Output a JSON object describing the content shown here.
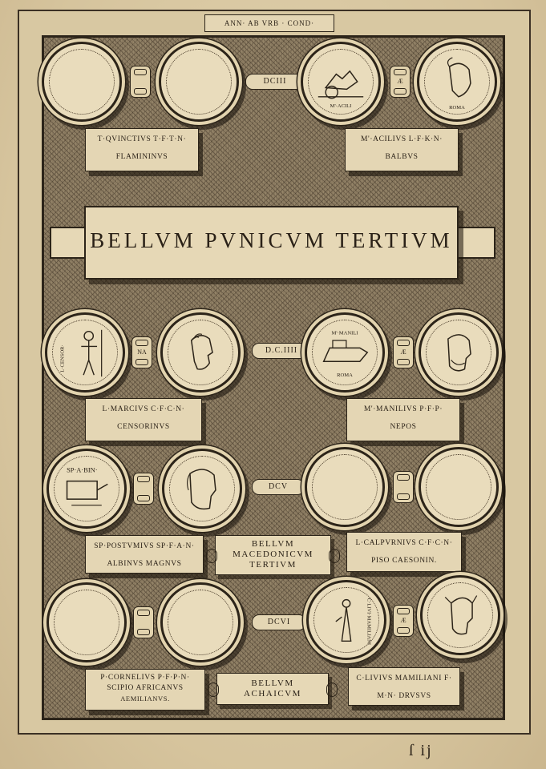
{
  "header": "ANN· AB VRB · COND·",
  "page_number": "ſ ij",
  "banner": "BELLVM PVNICVM TERTIVM",
  "years": [
    "DCIII",
    "D.C.IIII",
    "DCV",
    "DCVI"
  ],
  "rows": [
    {
      "connectors": [
        "",
        "Æ"
      ],
      "coin_legends": [
        "",
        "",
        "M'·ACILI",
        "ROMA"
      ],
      "left_name": [
        "T·QVINCTIVS T·F·T·N·",
        "FLAMININVS"
      ],
      "right_name": [
        "M'·ACILIVS L·F·K·N·",
        "BALBVS"
      ]
    },
    {
      "connectors": [
        "NA",
        "Æ"
      ],
      "coin_legends": [
        "L·CENSOR·",
        "",
        "M'·MANILI",
        "ROMA"
      ],
      "left_name": [
        "L·MARCIVS C·F·C·N·",
        "CENSORINVS"
      ],
      "right_name": [
        "M'·MANILIVS P·F·P·",
        "NEPOS"
      ]
    },
    {
      "connectors": [
        "",
        ""
      ],
      "coin_legends": [
        "SP·A·BIN·",
        "",
        "",
        ""
      ],
      "left_name": [
        "SP·POSTVMIVS SP·F·A·N·",
        "ALBINVS MAGNVS"
      ],
      "right_name": [
        "L·CALPVRNIVS C·F·C·N·",
        "PISO CAESONIN."
      ],
      "war": [
        "BELLVM",
        "MACEDONICVM",
        "TERTIVM"
      ]
    },
    {
      "connectors": [
        "",
        "Æ"
      ],
      "coin_legends": [
        "",
        "",
        "C·LIVI·MAMILIANI",
        ""
      ],
      "left_name": [
        "P·CORNELIVS P·F·P·N·",
        "SCIPIO AFRICANVS",
        "AEMILIANVS."
      ],
      "right_name": [
        "C·LIVIVS MAMILIANI F·",
        "M·N· DRVSVS"
      ],
      "war": [
        "BELLVM",
        "ACHAICVM"
      ]
    }
  ]
}
